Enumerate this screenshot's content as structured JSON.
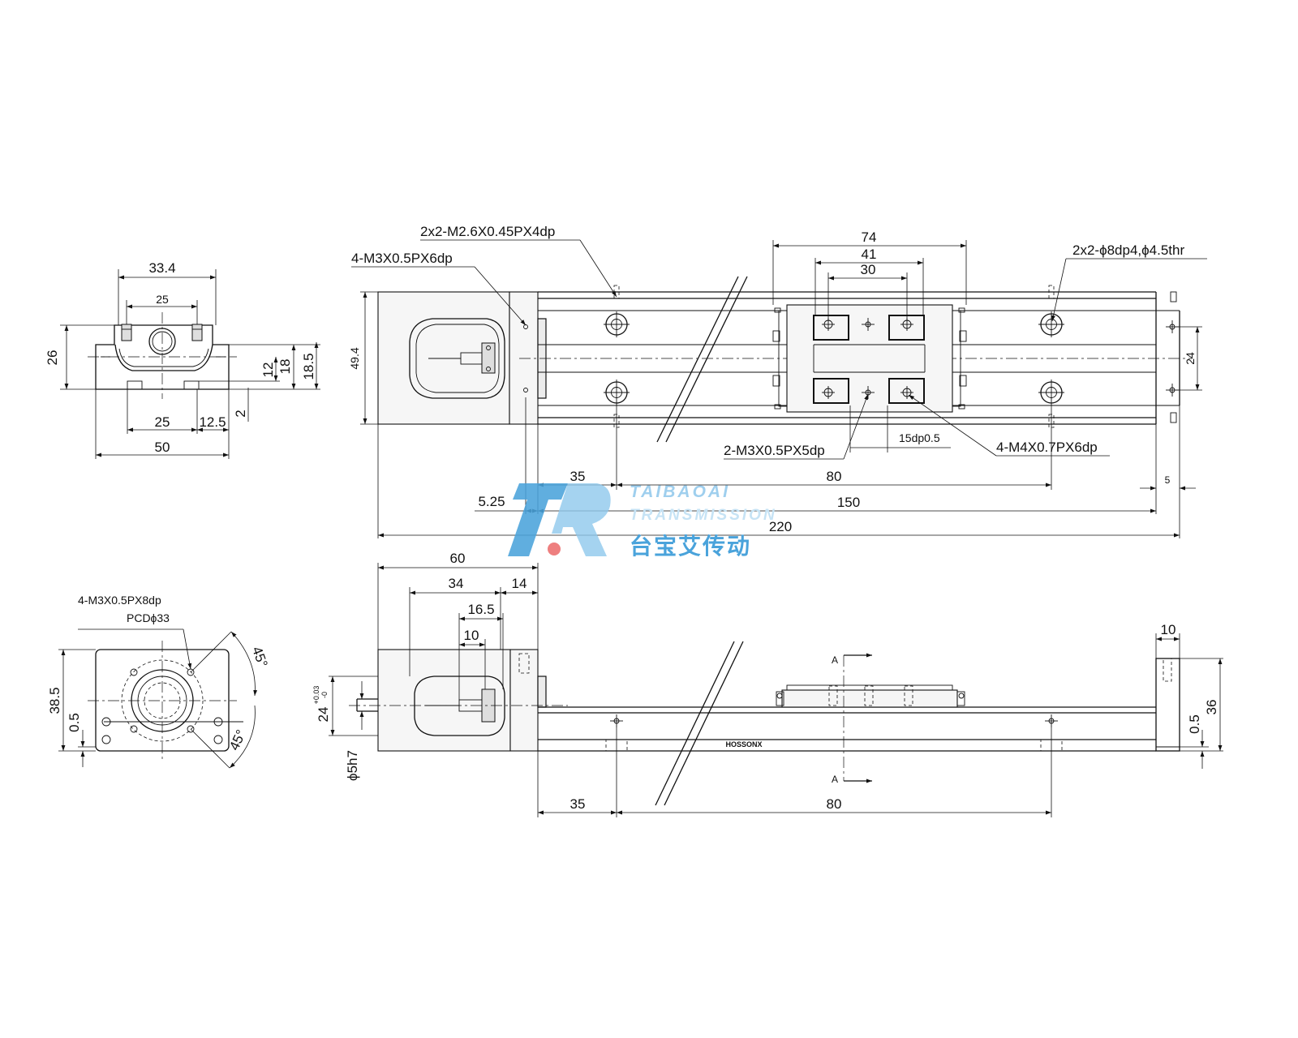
{
  "dimensions": {
    "front": {
      "w33_4": "33.4",
      "w25_top": "25",
      "h26": "26",
      "h12": "12",
      "h18": "18",
      "h18_5": "18.5",
      "w25_bot": "25",
      "w12_5": "12.5",
      "h2": "2",
      "w50": "50"
    },
    "top": {
      "label_m26": "2x2-M2.6X0.45PX4dp",
      "label_m3_6": "4-M3X0.5PX6dp",
      "label_phi8": "2x2-ϕ8dp4,ϕ4.5thr",
      "d74": "74",
      "d41": "41",
      "d30": "30",
      "h49_4": "49.4",
      "h24": "24",
      "label_m3_5": "2-M3X0.5PX5dp",
      "label_15dp": "15dp0.5",
      "label_m4": "4-M4X0.7PX6dp",
      "d35": "35",
      "d80": "80",
      "d5": "5",
      "d5_25": "5.25",
      "d150": "150",
      "d220": "220"
    },
    "side": {
      "d60": "60",
      "d34": "34",
      "d14": "14",
      "d16_5": "16.5",
      "d10": "10",
      "d10_right": "10",
      "section_top": "A",
      "section_bottom": "A",
      "h24_main": "24",
      "h24_sup": "+0.03",
      "h24_sub": "-0",
      "phi5": "ϕ5h7",
      "h0_5": "0.5",
      "h36": "36",
      "brand": "HOSSONX",
      "d35": "35",
      "d80": "80"
    },
    "end": {
      "label_m3_8": "4-M3X0.5PX8dp",
      "label_pcd": "PCDϕ33",
      "a45_top": "45°",
      "a45_bot": "45°",
      "h38_5": "38.5",
      "h0_5": "0.5"
    }
  },
  "watermark": {
    "name": "TAIBAOAI",
    "sub": "TRANSMISSION",
    "cn": "台宝艾传动",
    "colors": {
      "blue": "#4aa3db",
      "light_blue": "#8ec8ec",
      "red": "#ee7f7f"
    }
  }
}
